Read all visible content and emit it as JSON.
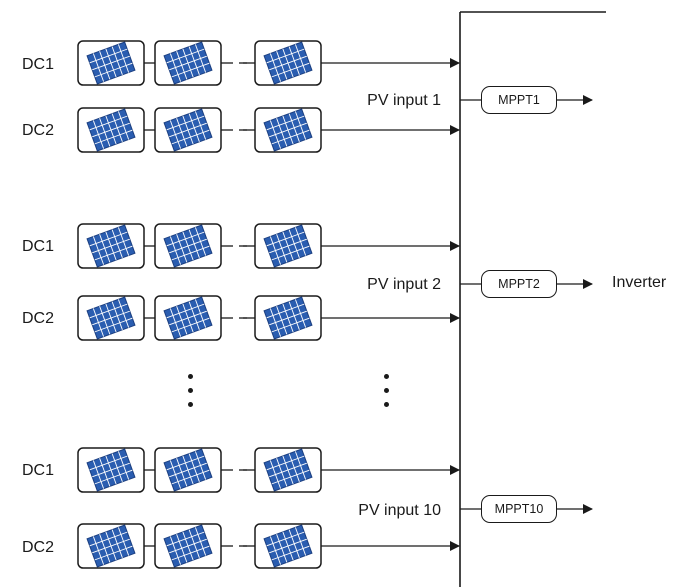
{
  "groups": [
    {
      "string1_label": "DC1",
      "string2_label": "DC2",
      "pv_label": "PV input 1",
      "mppt_label": "MPPT1"
    },
    {
      "string1_label": "DC1",
      "string2_label": "DC2",
      "pv_label": "PV input 2",
      "mppt_label": "MPPT2"
    },
    {
      "string1_label": "DC1",
      "string2_label": "DC2",
      "pv_label": "PV input 10",
      "mppt_label": "MPPT10"
    }
  ],
  "output": {
    "label": "Inverter"
  },
  "colors": {
    "panel": "#2a5db0",
    "panel_grid": "#ffffff",
    "line": "#1a1a1a"
  }
}
